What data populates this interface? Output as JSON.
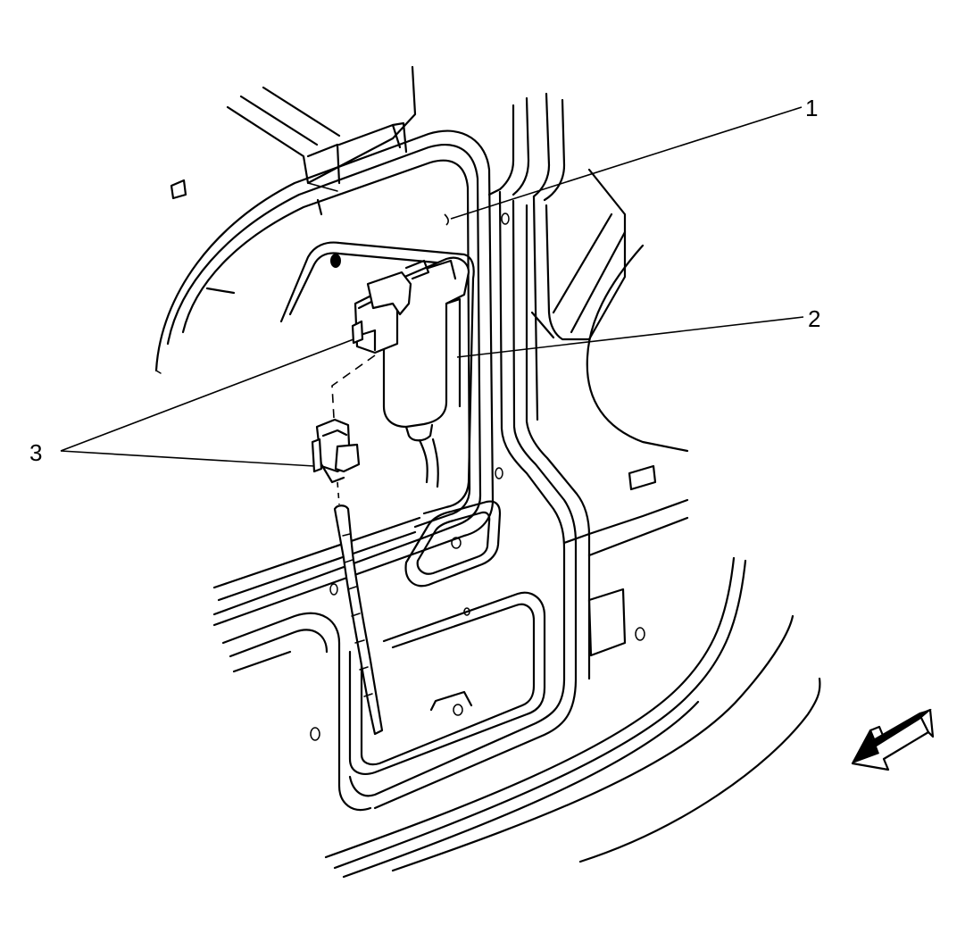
{
  "diagram": {
    "callouts": [
      {
        "label": "1"
      },
      {
        "label": "2"
      },
      {
        "label": "3"
      }
    ],
    "direction_arrow_icon": "front-arrow-icon"
  }
}
